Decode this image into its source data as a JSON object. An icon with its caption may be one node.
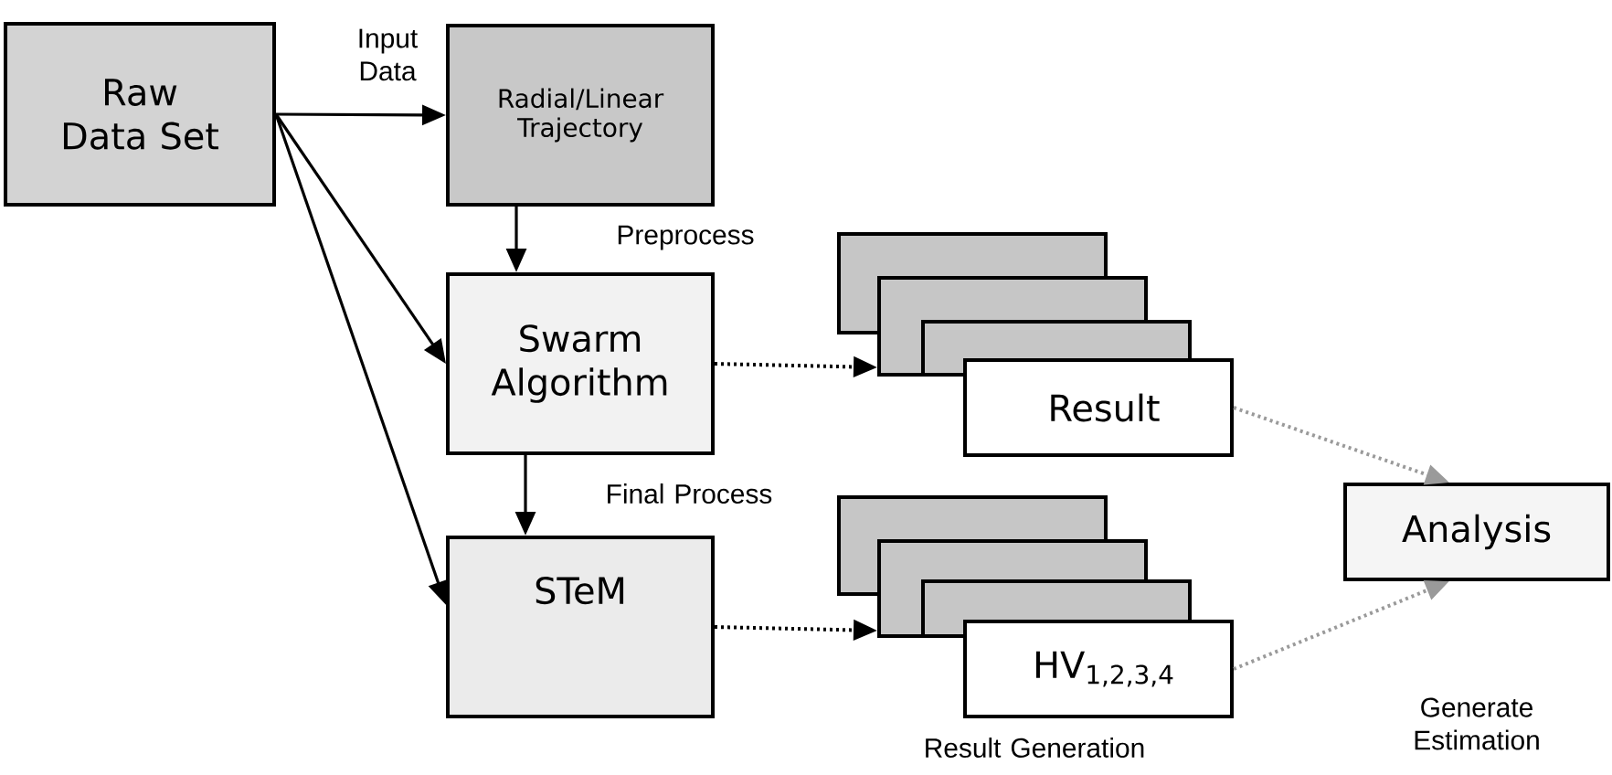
{
  "diagram": {
    "nodes": [
      {
        "text": [
          "Raw Data Set"
        ]
      },
      {
        "text": [
          "Radial/Linear Trajectory"
        ]
      },
      {
        "text": [
          "Swarm Algorithm"
        ]
      },
      {
        "text": [
          "STeM"
        ]
      },
      {
        "text": [],
        "shape": "box"
      },
      {
        "text": [],
        "shape": "box"
      },
      {
        "text": [],
        "shape": "box"
      },
      {
        "text": [
          "Result"
        ]
      },
      {
        "text": [],
        "shape": "box"
      },
      {
        "text": [],
        "shape": "box"
      },
      {
        "text": [],
        "shape": "box"
      },
      {
        "text": [
          "HV$_{1,2,3,4}$"
        ]
      },
      {
        "text": [
          "Analysis"
        ]
      }
    ],
    "edges": [
      {
        "from": 0,
        "to": 1,
        "arrow": "to",
        "label": "Input Data"
      },
      {
        "from": 0,
        "to": 2,
        "arrow": "to"
      },
      {
        "from": 0,
        "to": 3,
        "arrow": "to"
      },
      {
        "from": 1,
        "to": 2,
        "arrow": "to",
        "label": "Preprocess"
      },
      {
        "from": 2,
        "to": 3,
        "arrow": "to",
        "label": "Final Process"
      },
      {
        "from": 2,
        "to": 5,
        "arrow": "to",
        "style": "dashed"
      },
      {
        "from": 3,
        "to": 9,
        "arrow": "to",
        "style": "dashed"
      },
      {
        "from": 7,
        "to": 12,
        "arrow": "to",
        "style": "dashed",
        "color": "#9a9a9a"
      },
      {
        "from": 11,
        "to": 12,
        "arrow": "to",
        "style": "dashed",
        "color": "#9a9a9a"
      }
    ],
    "labels": [
      "Result Generation",
      "Generate Estimation"
    ]
  }
}
